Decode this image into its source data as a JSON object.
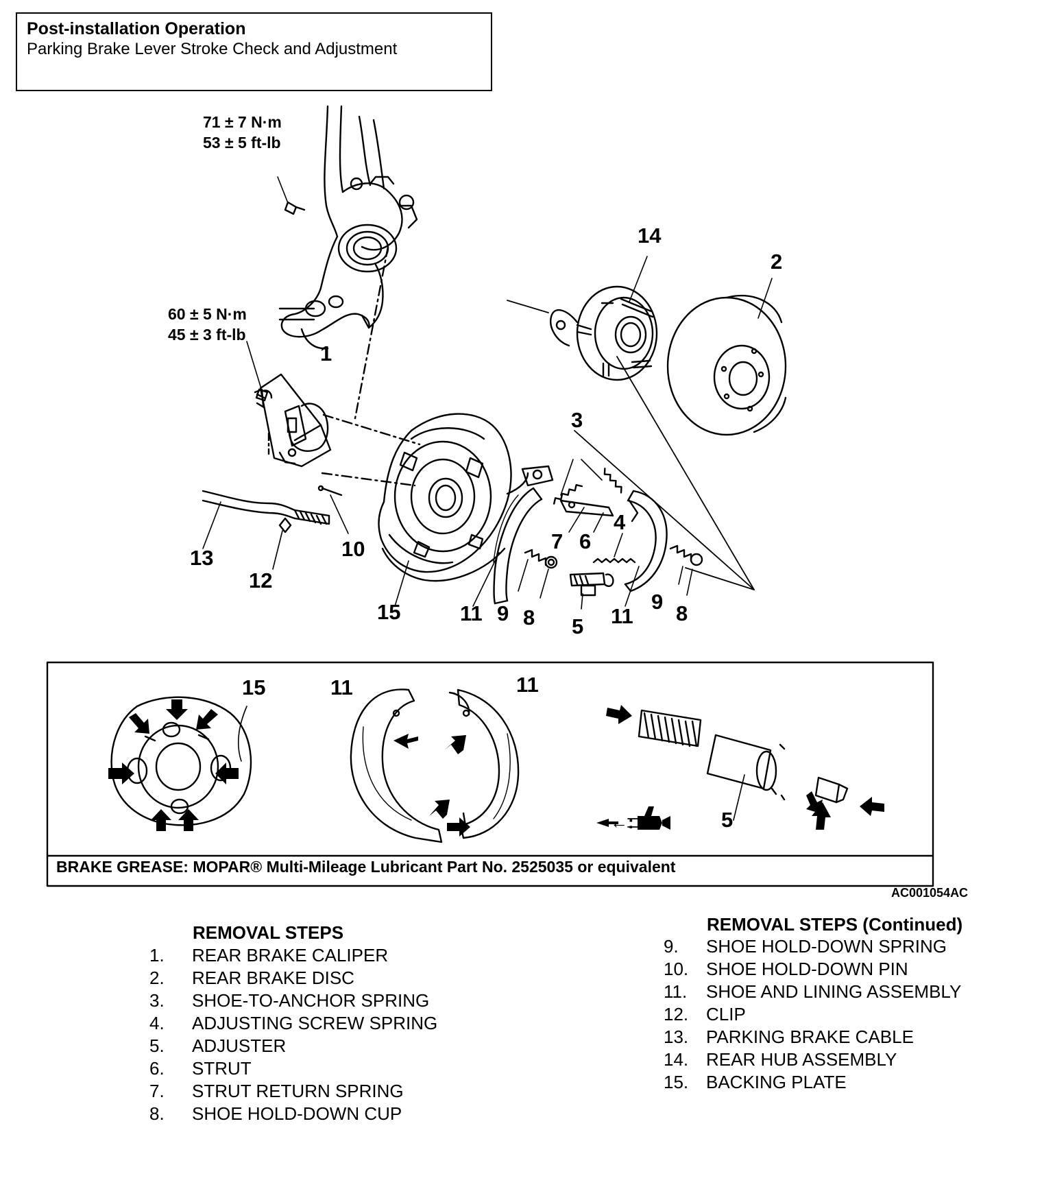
{
  "note": {
    "title": "Post-installation Operation",
    "subtitle": "Parking Brake Lever Stroke Check and Adjustment"
  },
  "torque_specs": [
    {
      "metric": "71 ± 7 N·m",
      "imperial": "53 ± 5 ft-lb"
    },
    {
      "metric": "60 ± 5 N·m",
      "imperial": "45 ± 3 ft-lb"
    }
  ],
  "callouts": {
    "c14": "14",
    "c2": "2",
    "c1": "1",
    "c3": "3",
    "c4": "4",
    "c7": "7",
    "c6": "6",
    "c13": "13",
    "c10": "10",
    "c12": "12",
    "c15": "15",
    "c11a": "11",
    "c9a": "9",
    "c8a": "8",
    "c5": "5",
    "c11b": "11",
    "c9b": "9",
    "c8b": "8"
  },
  "inset": {
    "callouts": {
      "i15": "15",
      "i11a": "11",
      "i11b": "11",
      "i5": "5"
    },
    "legend_symbol": "←:",
    "grease_note": "BRAKE GREASE: MOPAR® Multi-Mileage Lubricant Part No. 2525035 or equivalent"
  },
  "figure_code": "AC001054AC",
  "removal_steps": {
    "heading": "REMOVAL STEPS",
    "heading_continued": "REMOVAL STEPS (Continued)",
    "left": [
      {
        "num": "1.",
        "label": "REAR BRAKE CALIPER"
      },
      {
        "num": "2.",
        "label": "REAR BRAKE DISC"
      },
      {
        "num": "3.",
        "label": "SHOE-TO-ANCHOR SPRING"
      },
      {
        "num": "4.",
        "label": "ADJUSTING SCREW SPRING"
      },
      {
        "num": "5.",
        "label": "ADJUSTER"
      },
      {
        "num": "6.",
        "label": "STRUT"
      },
      {
        "num": "7.",
        "label": "STRUT RETURN SPRING"
      },
      {
        "num": "8.",
        "label": "SHOE HOLD-DOWN CUP"
      }
    ],
    "right": [
      {
        "num": "9.",
        "label": "SHOE HOLD-DOWN SPRING"
      },
      {
        "num": "10.",
        "label": "SHOE HOLD-DOWN PIN"
      },
      {
        "num": "11.",
        "label": "SHOE AND LINING ASSEMBLY"
      },
      {
        "num": "12.",
        "label": "CLIP"
      },
      {
        "num": "13.",
        "label": "PARKING BRAKE CABLE"
      },
      {
        "num": "14.",
        "label": "REAR HUB ASSEMBLY"
      },
      {
        "num": "15.",
        "label": "BACKING PLATE"
      }
    ]
  }
}
